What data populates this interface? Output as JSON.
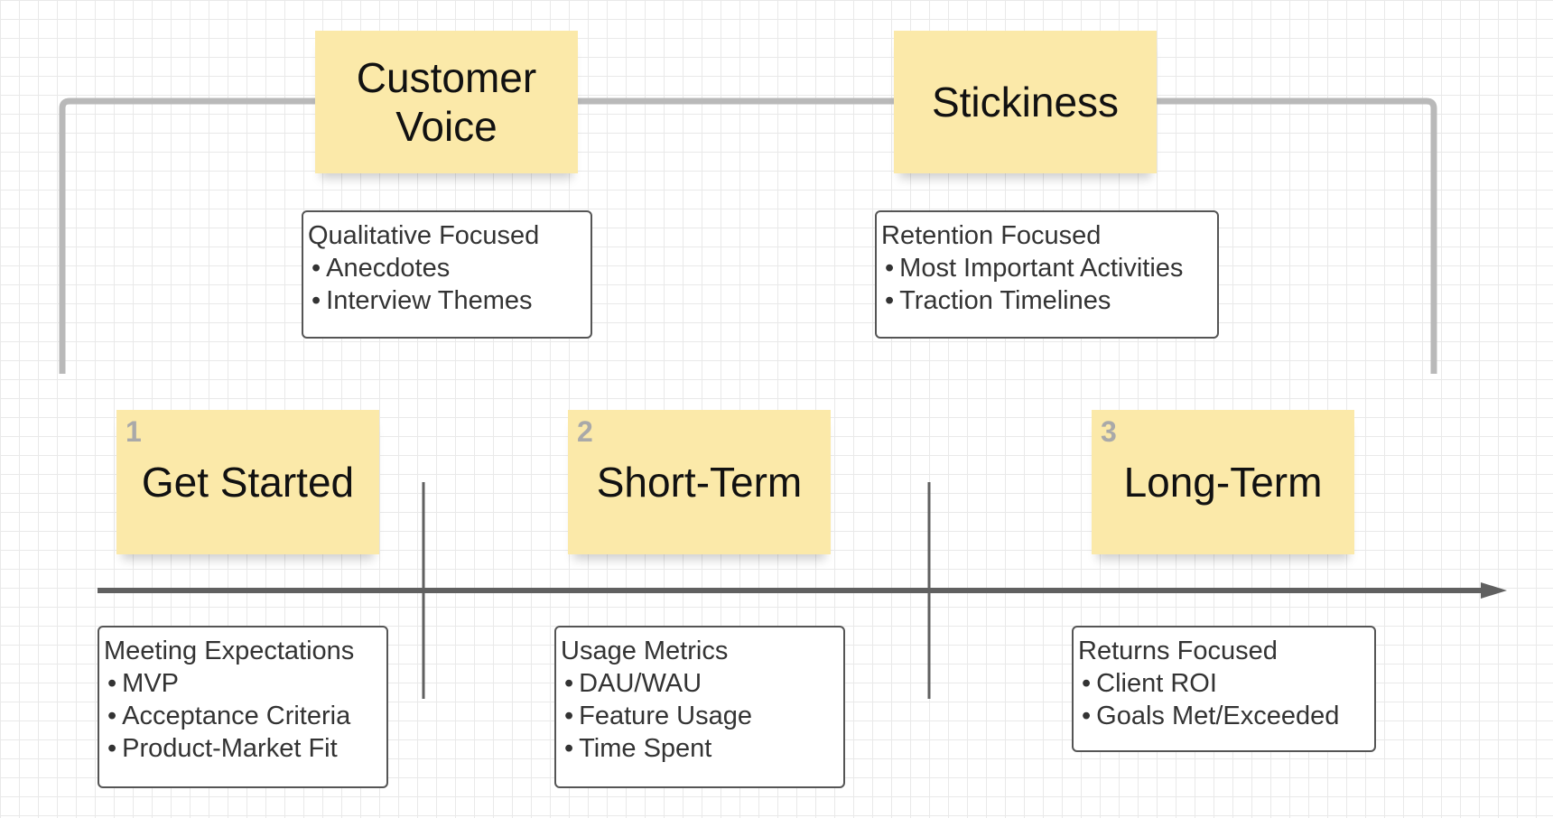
{
  "diagram": {
    "top_stickies": [
      {
        "title": "Customer\nVoice"
      },
      {
        "title": "Stickiness"
      }
    ],
    "top_boxes": [
      {
        "heading": "Qualitative Focused",
        "items": [
          "Anecdotes",
          "Interview Themes"
        ]
      },
      {
        "heading": "Retention Focused",
        "items": [
          "Most Important Activities",
          "Traction Timelines"
        ]
      }
    ],
    "stages": [
      {
        "step": "1",
        "title": "Get Started"
      },
      {
        "step": "2",
        "title": "Short-Term"
      },
      {
        "step": "3",
        "title": "Long-Term"
      }
    ],
    "stage_boxes": [
      {
        "heading": "Meeting Expectations",
        "items": [
          "MVP",
          "Acceptance Criteria",
          "Product-Market Fit"
        ]
      },
      {
        "heading": "Usage Metrics",
        "items": [
          "DAU/WAU",
          "Feature Usage",
          "Time Spent"
        ]
      },
      {
        "heading": "Returns Focused",
        "items": [
          "Client ROI",
          "Goals Met/Exceeded"
        ]
      }
    ],
    "colors": {
      "sticky_fill": "#fbe9a9",
      "bracket_line": "#b9b9b9",
      "timeline": "#606060",
      "step_number": "#a9a9a9"
    }
  }
}
